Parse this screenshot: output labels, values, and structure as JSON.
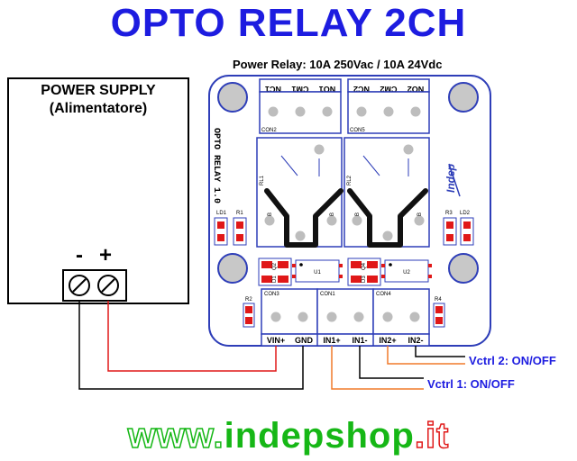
{
  "title": "OPTO RELAY 2CH",
  "spec": "Power Relay: 10A 250Vac / 10A 24Vdc",
  "power_supply": {
    "line1": "POWER SUPPLY",
    "line2": "(Alimentatore)",
    "minus": "-",
    "plus": "+"
  },
  "board": {
    "name": "OPTO RELAY 1.0",
    "logo": "Indep",
    "con2_pins": [
      "NC1",
      "CM1",
      "NO1"
    ],
    "con5_pins": [
      "NC2",
      "CM2",
      "NO2"
    ],
    "input_pins": [
      "VIN+",
      "GND",
      "IN1+",
      "IN1-",
      "IN2+",
      "IN2-"
    ],
    "labels": {
      "con2": "CON2",
      "con5": "CON5",
      "con3": "CON3",
      "con1": "CON1",
      "con4": "CON4",
      "rl1": "RL1",
      "rl2": "RL2",
      "u1": "U1",
      "u2": "U2",
      "ld1": "LD1",
      "r1": "R1",
      "r3": "R3",
      "ld2": "LD2",
      "r2": "R2",
      "r4": "R4",
      "d1": "D1",
      "q2": "Q2",
      "d3": "D3",
      "q4": "Q4"
    }
  },
  "controls": {
    "vctrl1": "Vctrl 1: ON/OFF",
    "vctrl2": "Vctrl 2: ON/OFF"
  },
  "footer": {
    "www": "www.",
    "name": "indepshop",
    "dot": ".",
    "tld": "it"
  },
  "colors": {
    "title": "#1d1ce0",
    "wire_red": "#e01818",
    "wire_orange": "#f07a2a",
    "board_outline": "#2e3eb8",
    "footer_green": "#16b716"
  }
}
